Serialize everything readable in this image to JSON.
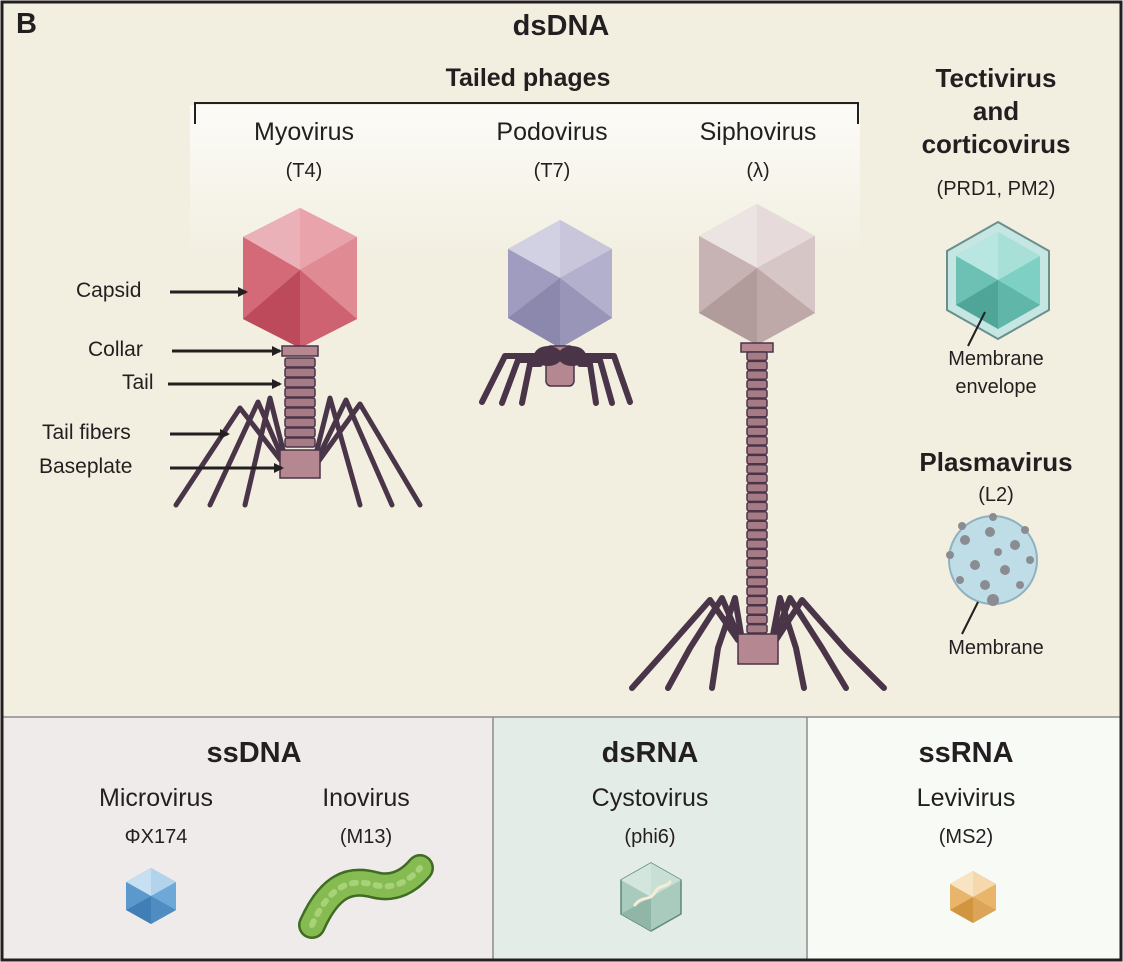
{
  "panel_letter": "B",
  "dsdna": {
    "title": "dsDNA",
    "tailed_phages": "Tailed phages",
    "myovirus": {
      "name": "Myovirus",
      "example": "(T4)"
    },
    "podovirus": {
      "name": "Podovirus",
      "example": "(T7)"
    },
    "siphovirus": {
      "name": "Siphovirus",
      "example": "(λ)"
    },
    "tectivirus": {
      "line1": "Tectivirus",
      "line2": "and",
      "line3": "corticovirus",
      "example": "(PRD1, PM2)",
      "note_line1": "Membrane",
      "note_line2": "envelope"
    },
    "plasmavirus": {
      "name": "Plasmavirus",
      "example": "(L2)",
      "note": "Membrane"
    },
    "parts": {
      "capsid": "Capsid",
      "collar": "Collar",
      "tail": "Tail",
      "tail_fibers": "Tail fibers",
      "baseplate": "Baseplate"
    }
  },
  "ssdna": {
    "title": "ssDNA",
    "microvirus": {
      "name": "Microvirus",
      "example": "ΦX174"
    },
    "inovirus": {
      "name": "Inovirus",
      "example": "(M13)"
    }
  },
  "dsrna": {
    "title": "dsRNA",
    "cystovirus": {
      "name": "Cystovirus",
      "example": "(phi6)"
    }
  },
  "ssrna": {
    "title": "ssRNA",
    "levivirus": {
      "name": "Levivirus",
      "example": "(MS2)"
    }
  },
  "colors": {
    "panel_bg": "#f2efe1",
    "ssdna_bg": "#efebeb",
    "dsrna_bg": "#e4ece8",
    "ssrna_bg": "#f8faf6",
    "tail_purple": "#4a3448",
    "tail_pink": "#b48791",
    "myovirus_capsid": "#d9727e",
    "podovirus_capsid": "#a8a5c4",
    "siphovirus_capsid": "#cfbcbc",
    "tectivirus_capsid": "#7fd0c4",
    "plasmavirus_body": "#bfdde7",
    "microvirus_capsid": "#6ea8d8",
    "inovirus_body": "#86bb52",
    "cystovirus_capsid": "#a8cbbd",
    "levivirus_capsid": "#e8b56a"
  }
}
